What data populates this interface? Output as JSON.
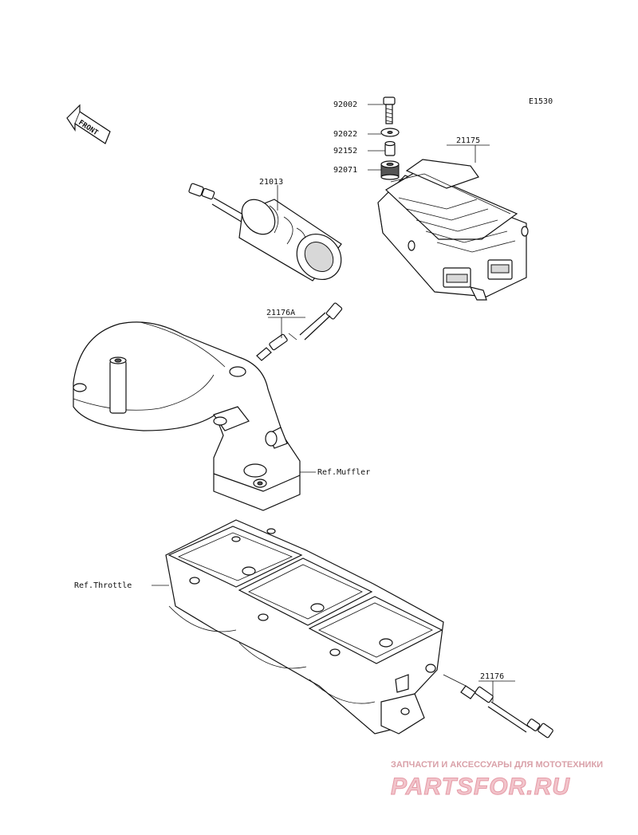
{
  "diagram_code": "E1530",
  "front_label": "FRONT",
  "parts": {
    "p92002": "92002",
    "p92022": "92022",
    "p92152": "92152",
    "p92071": "92071",
    "p21175": "21175",
    "p21013": "21013",
    "p21176A": "21176A",
    "p21176": "21176"
  },
  "refs": {
    "muffler": "Ref.Muffler",
    "throttle": "Ref.Throttle"
  },
  "watermark": {
    "tagline": "ЗАПЧАСТИ И АКСЕССУАРЫ ДЛЯ МОТОТЕХНИКИ",
    "brand": "PARTSFOR.RU"
  }
}
